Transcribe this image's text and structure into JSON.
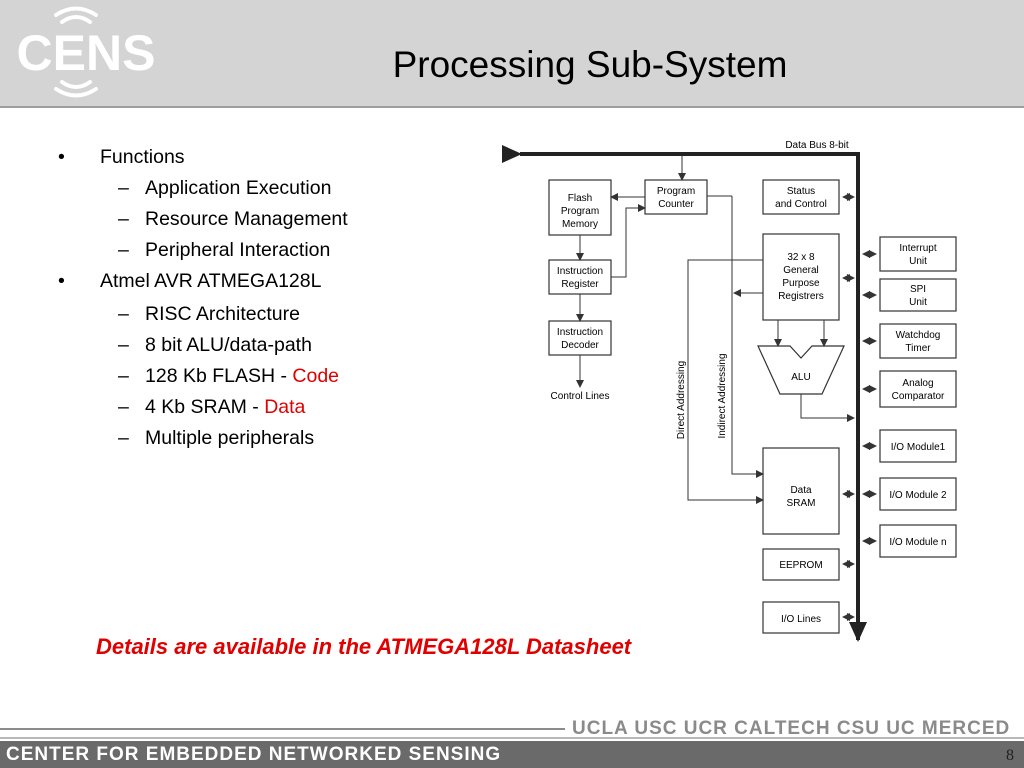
{
  "header": {
    "title": "Processing Sub-System",
    "logo_text": "CENS"
  },
  "bullets": [
    {
      "text": "Functions",
      "level": 1
    },
    {
      "text": "Application Execution",
      "level": 2
    },
    {
      "text": "Resource Management",
      "level": 2
    },
    {
      "text": "Peripheral Interaction",
      "level": 2
    },
    {
      "text": "Atmel AVR ATMEGA128L",
      "level": 1
    },
    {
      "text": "RISC Architecture",
      "level": 2
    },
    {
      "text": "8 bit ALU/data-path",
      "level": 2
    },
    {
      "text": "128 Kb FLASH - ",
      "highlight": "Code",
      "level": 2
    },
    {
      "text": "4 Kb SRAM - ",
      "highlight": "Data",
      "level": 2
    },
    {
      "text": "Multiple peripherals",
      "level": 2
    }
  ],
  "bullet_markers": {
    "level1": "•",
    "level2": "–"
  },
  "diagram": {
    "data_bus": "Data Bus 8-bit",
    "flash": [
      "Flash",
      "Program",
      "Memory"
    ],
    "pc": [
      "Program",
      "Counter"
    ],
    "status": [
      "Status",
      "and Control"
    ],
    "ir": [
      "Instruction",
      "Register"
    ],
    "gpr": [
      "32 x 8",
      "General",
      "Purpose",
      "Registrers"
    ],
    "decoder": [
      "Instruction",
      "Decoder"
    ],
    "alu": "ALU",
    "control_lines": "Control Lines",
    "direct": "Direct Addressing",
    "indirect": "Indirect Addressing",
    "sram": [
      "Data",
      "SRAM"
    ],
    "eeprom": "EEPROM",
    "iolines": "I/O Lines",
    "interrupt": [
      "Interrupt",
      "Unit"
    ],
    "spi": [
      "SPI",
      "Unit"
    ],
    "watchdog": [
      "Watchdog",
      "Timer"
    ],
    "analog": [
      "Analog",
      "Comparator"
    ],
    "io1": "I/O Module1",
    "io2": "I/O Module 2",
    "ion": "I/O Module n"
  },
  "details": "Details are available in the ATMEGA128L Datasheet",
  "footer": {
    "title": "CENTER FOR EMBEDDED NETWORKED SENSING",
    "schools": "UCLA  USC  UCR  CALTECH  CSU  UC MERCED",
    "page": "8"
  },
  "colors": {
    "highlight": "#e00000",
    "header_bg": "#d4d4d4",
    "footer_bar": "#6a6a6a"
  }
}
